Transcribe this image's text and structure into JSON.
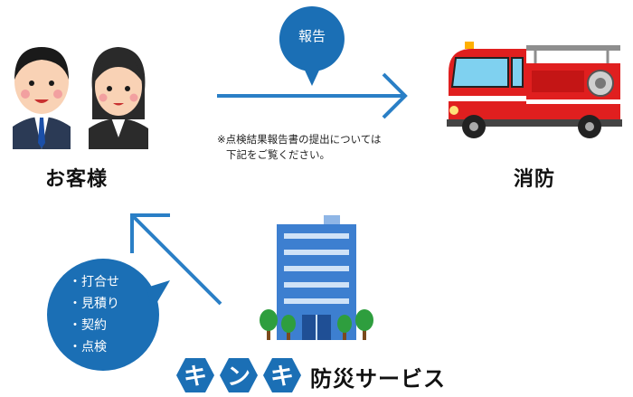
{
  "customer": {
    "label": "お客様"
  },
  "fire_dept": {
    "label": "消防"
  },
  "report": {
    "bubble_label": "報告",
    "note_line1": "※点検結果報告書の提出については",
    "note_line2": "下記をご覧ください。"
  },
  "service": {
    "items": [
      "・打合せ",
      "・見積り",
      "・契約",
      "・点検"
    ]
  },
  "brand": {
    "logo_chars": [
      "キ",
      "ン",
      "キ"
    ],
    "text": "防災サービス"
  },
  "colors": {
    "accent_blue": "#1b6fb5",
    "arrow_blue": "#2a7fc6",
    "truck_red": "#e01f1f",
    "building_blue": "#3d7fd0"
  }
}
